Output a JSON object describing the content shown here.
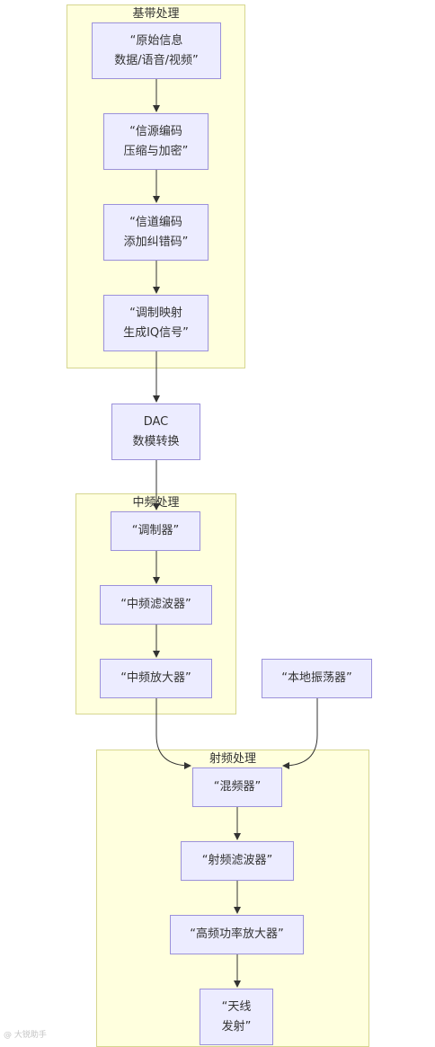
{
  "clusters": {
    "baseband": {
      "title": "基带处理"
    },
    "if": {
      "title": "中频处理"
    },
    "rf": {
      "title": "射频处理"
    }
  },
  "nodes": {
    "source": {
      "line1": "“原始信息",
      "line2": "数据/语音/视频”"
    },
    "source_coding": {
      "line1": "“信源编码",
      "line2": "压缩与加密”"
    },
    "channel_coding": {
      "line1": "“信道编码",
      "line2": "添加纠错码”"
    },
    "modulation_mapping": {
      "line1": "“调制映射",
      "line2": "生成IQ信号”"
    },
    "dac": {
      "line1": "DAC",
      "line2": "数模转换"
    },
    "modulator": {
      "line1": "“调制器”"
    },
    "if_filter": {
      "line1": "“中频滤波器”"
    },
    "if_amplifier": {
      "line1": "“中频放大器”"
    },
    "local_oscillator": {
      "line1": "“本地振荡器”"
    },
    "mixer": {
      "line1": "“混频器”"
    },
    "rf_filter": {
      "line1": "“射频滤波器”"
    },
    "hf_power_amplifier": {
      "line1": "“高频功率放大器”"
    },
    "antenna": {
      "line1": "“天线",
      "line2": "发射”"
    }
  },
  "watermark": {
    "text": "@ 大锐助手"
  },
  "colors": {
    "cluster_fill": "#ffffde",
    "cluster_border": "#d6d68f",
    "node_fill": "#ececff",
    "node_border": "#9b91da",
    "edge": "#333333"
  }
}
